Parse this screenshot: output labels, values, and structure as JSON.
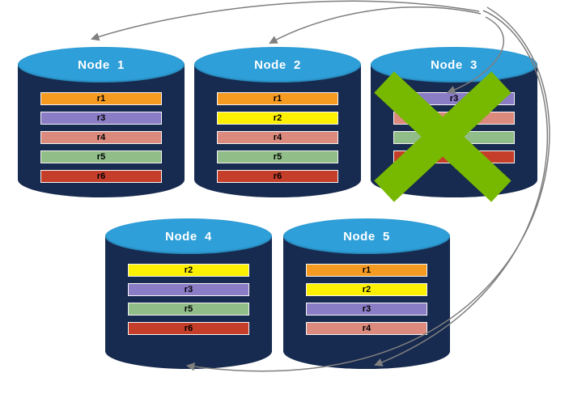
{
  "diagram": {
    "description": "Replica redistribution after node failure",
    "nodes": [
      {
        "label": "Node  1",
        "replicas": [
          "r1",
          "r3",
          "r4",
          "r5",
          "r6"
        ],
        "failed": false
      },
      {
        "label": "Node  2",
        "replicas": [
          "r1",
          "r2",
          "r4",
          "r5",
          "r6"
        ],
        "failed": false
      },
      {
        "label": "Node  3",
        "replicas": [
          "r3",
          "r4",
          "r5",
          "r6"
        ],
        "failed": true
      },
      {
        "label": "Node  4",
        "replicas": [
          "r2",
          "r3",
          "r5",
          "r6"
        ],
        "failed": false
      },
      {
        "label": "Node  5",
        "replicas": [
          "r1",
          "r2",
          "r3",
          "r4"
        ],
        "failed": false
      }
    ],
    "replica_colors": {
      "r1": "#f59b22",
      "r2": "#fdf000",
      "r3": "#8b7cc6",
      "r4": "#dc8a7d",
      "r5": "#91bd89",
      "r6": "#c43e2a"
    },
    "colors": {
      "cylinder_top": "#2e9fd9",
      "cylinder_body": "#172a4f",
      "failure_x": "#77b800",
      "arrow": "#7f7f7f"
    }
  }
}
